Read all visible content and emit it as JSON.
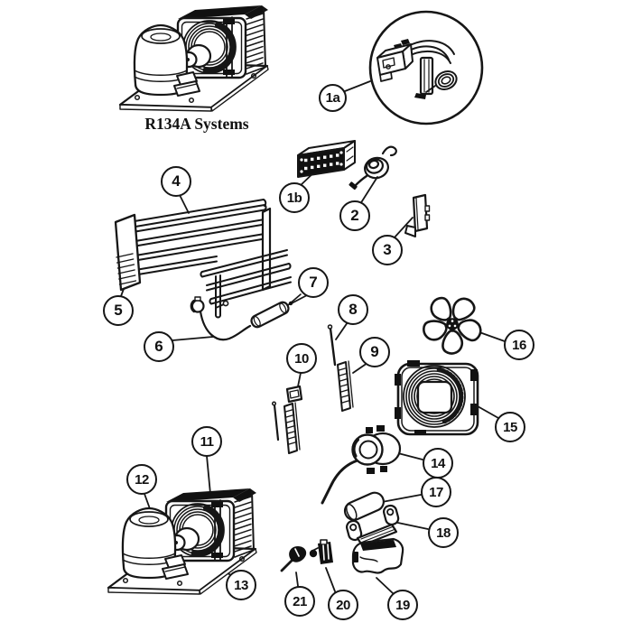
{
  "diagram": {
    "caption": "R134A Systems"
  },
  "callouts": [
    {
      "label": "1a"
    },
    {
      "label": "1b"
    },
    {
      "label": "2"
    },
    {
      "label": "3"
    },
    {
      "label": "4"
    },
    {
      "label": "5"
    },
    {
      "label": "6"
    },
    {
      "label": "7"
    },
    {
      "label": "8"
    },
    {
      "label": "9"
    },
    {
      "label": "10"
    },
    {
      "label": "11"
    },
    {
      "label": "12"
    },
    {
      "label": "13"
    },
    {
      "label": "14"
    },
    {
      "label": "15"
    },
    {
      "label": "16"
    },
    {
      "label": "17"
    },
    {
      "label": "18"
    },
    {
      "label": "19"
    },
    {
      "label": "20"
    },
    {
      "label": "21"
    }
  ]
}
